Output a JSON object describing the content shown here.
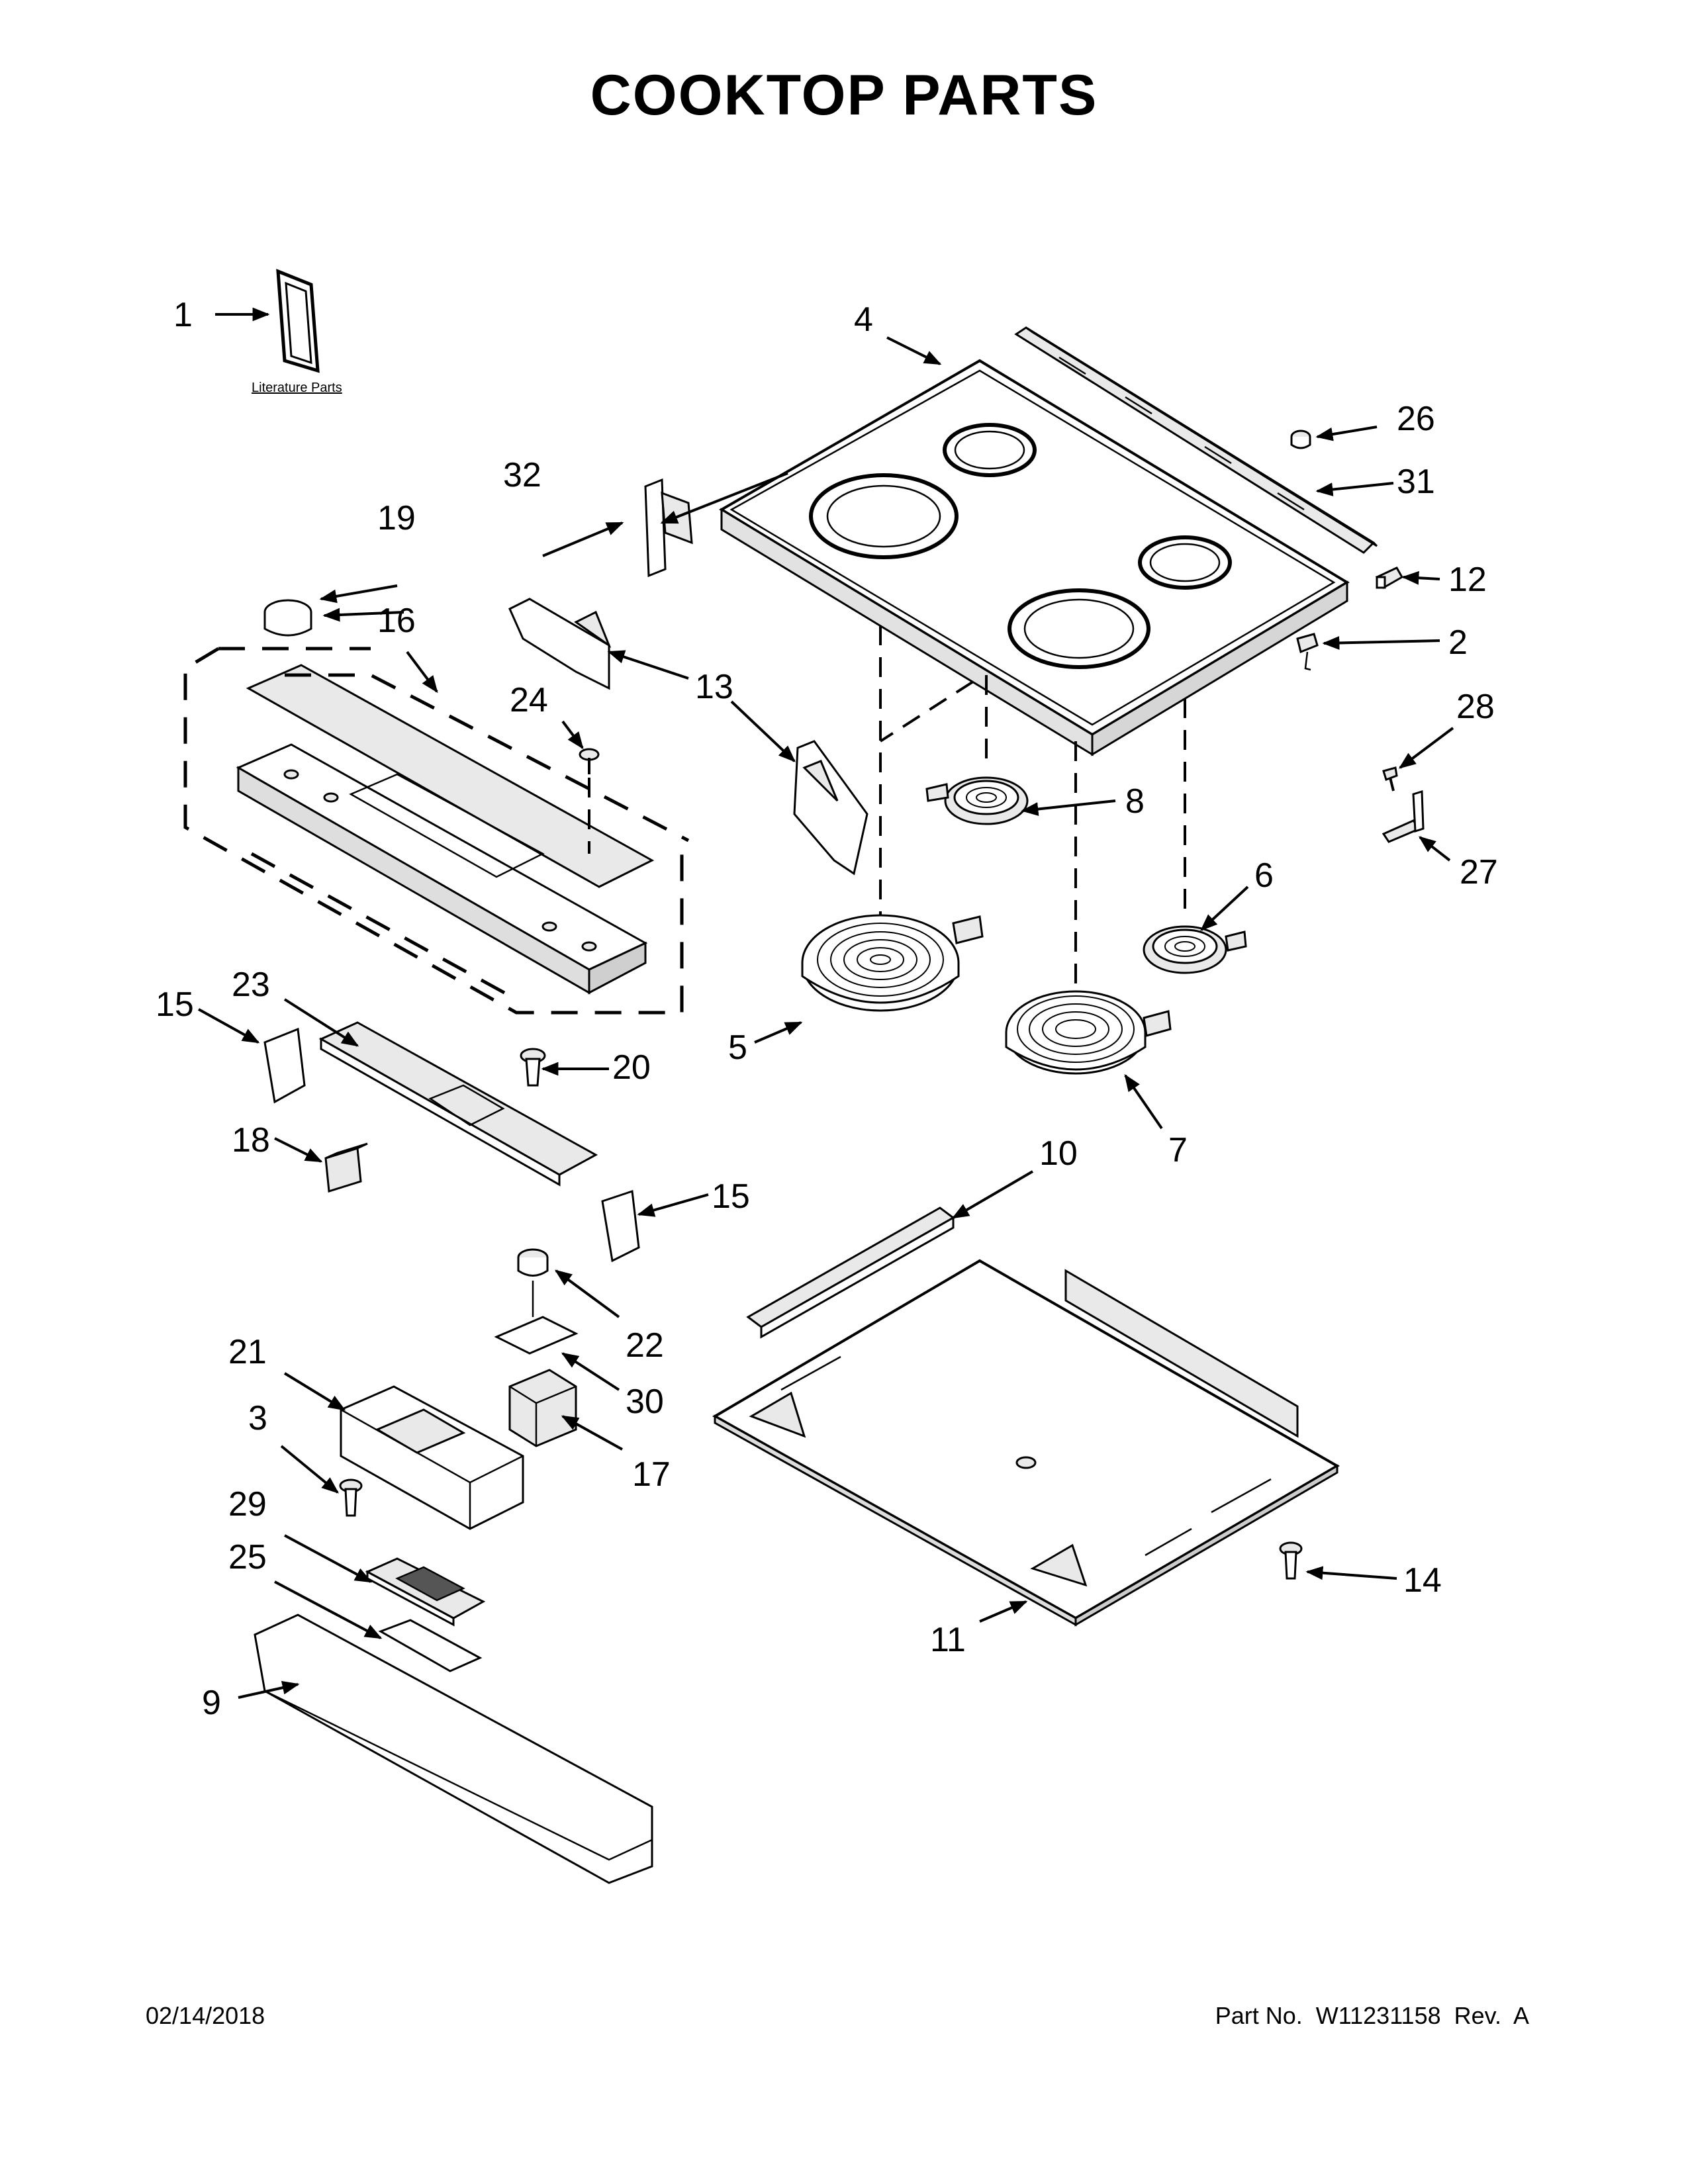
{
  "title": "COOKTOP PARTS",
  "footer": {
    "date": "02/14/2018",
    "part_number": "Part No.  W11231158  Rev.  A"
  },
  "literature_label": "Literature Parts",
  "callouts": {
    "c1": "1",
    "c2": "2",
    "c3": "3",
    "c4": "4",
    "c5": "5",
    "c6": "6",
    "c7": "7",
    "c8": "8",
    "c9": "9",
    "c10": "10",
    "c11": "11",
    "c12": "12",
    "c13": "13",
    "c14": "14",
    "c15a": "15",
    "c15b": "15",
    "c16": "16",
    "c17": "17",
    "c18": "18",
    "c19": "19",
    "c20": "20",
    "c21": "21",
    "c22": "22",
    "c23": "23",
    "c24": "24",
    "c25": "25",
    "c26": "26",
    "c27": "27",
    "c28": "28",
    "c29": "29",
    "c30": "30",
    "c31": "31",
    "c32": "32"
  }
}
